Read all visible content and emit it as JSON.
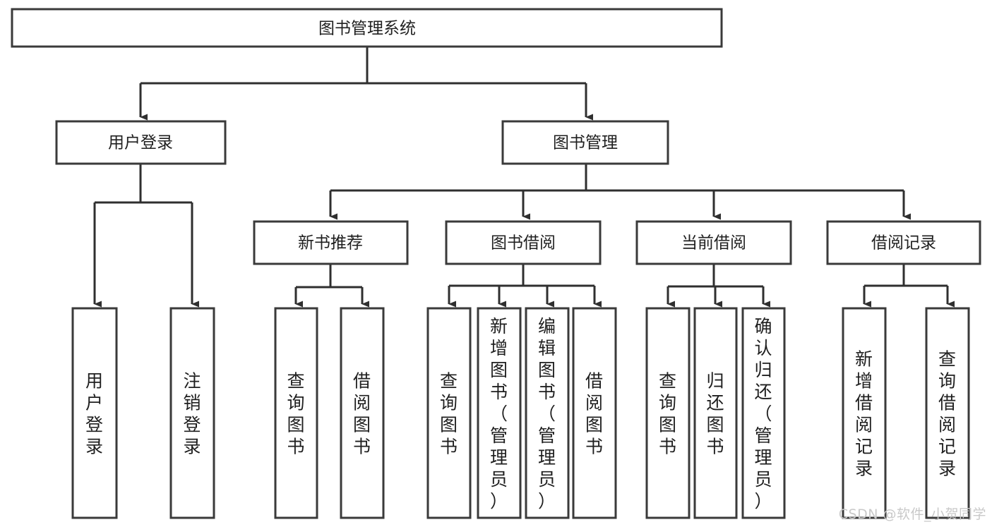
{
  "diagram": {
    "type": "tree-hierarchy",
    "root": {
      "id": "root",
      "label": "图书管理系统"
    },
    "level2": [
      {
        "id": "user-login",
        "label": "用户登录"
      },
      {
        "id": "book-manage",
        "label": "图书管理"
      }
    ],
    "level3": [
      {
        "id": "new-book-recommend",
        "label": "新书推荐",
        "parent": "book-manage"
      },
      {
        "id": "book-borrow",
        "label": "图书借阅",
        "parent": "book-manage"
      },
      {
        "id": "current-borrow",
        "label": "当前借阅",
        "parent": "book-manage"
      },
      {
        "id": "borrow-record",
        "label": "借阅记录",
        "parent": "book-manage"
      }
    ],
    "leaves": [
      {
        "id": "leaf-user-login",
        "label": "用户登录",
        "parent": "user-login"
      },
      {
        "id": "leaf-logout",
        "label": "注销登录",
        "parent": "user-login"
      },
      {
        "id": "leaf-query-book-1",
        "label": "查询图书",
        "parent": "new-book-recommend"
      },
      {
        "id": "leaf-borrow-book-1",
        "label": "借阅图书",
        "parent": "new-book-recommend"
      },
      {
        "id": "leaf-query-book-2",
        "label": "查询图书",
        "parent": "book-borrow"
      },
      {
        "id": "leaf-add-book",
        "label": "新增图书（管理员）",
        "parent": "book-borrow"
      },
      {
        "id": "leaf-edit-book",
        "label": "编辑图书（管理员）",
        "parent": "book-borrow"
      },
      {
        "id": "leaf-borrow-book-2",
        "label": "借阅图书",
        "parent": "book-borrow"
      },
      {
        "id": "leaf-query-book-3",
        "label": "查询图书",
        "parent": "current-borrow"
      },
      {
        "id": "leaf-return-book",
        "label": "归还图书",
        "parent": "current-borrow"
      },
      {
        "id": "leaf-confirm-return",
        "label": "确认归还（管理员）",
        "parent": "current-borrow"
      },
      {
        "id": "leaf-add-record",
        "label": "新增借阅记录",
        "parent": "borrow-record"
      },
      {
        "id": "leaf-query-record",
        "label": "查询借阅记录",
        "parent": "borrow-record"
      }
    ],
    "colors": {
      "box_fill": "#ffffff",
      "box_stroke": "#3a3a3a",
      "connector": "#2f2f2f",
      "text": "#1f1f1f",
      "watermark": "#c9c9c9"
    }
  },
  "watermark": {
    "text": "CSDN @软件_小贺同学"
  }
}
